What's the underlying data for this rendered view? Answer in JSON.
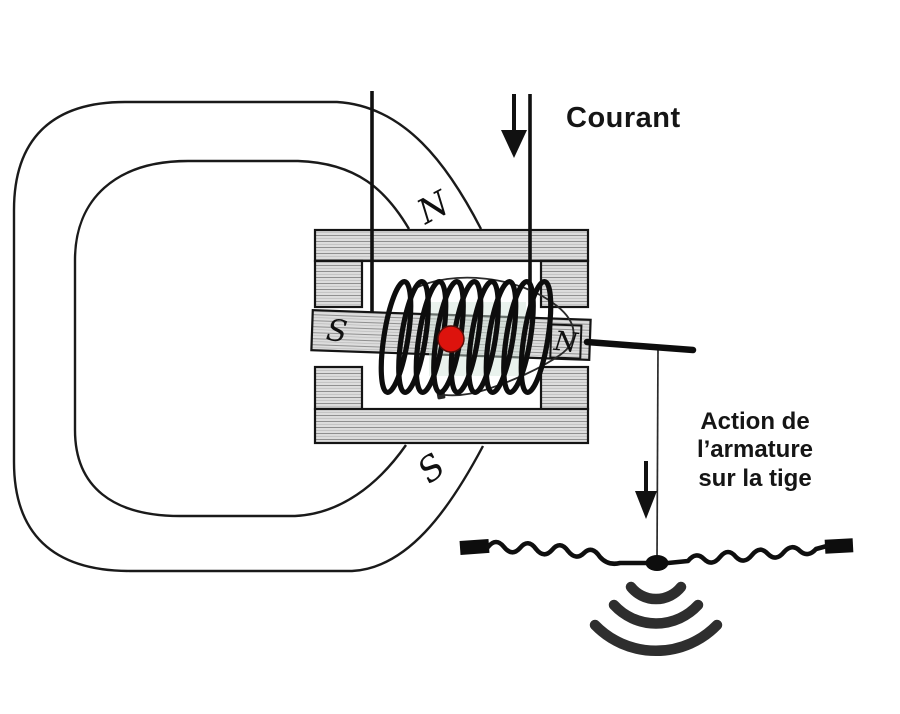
{
  "diagram": {
    "labels": {
      "courant": "Courant",
      "action_line1": "Action de",
      "action_line2": "l’armature",
      "action_line3": "sur la tige",
      "pole_top": "N",
      "pole_bottom": "S",
      "armature_left": "S",
      "armature_right": "N"
    },
    "colors": {
      "ink": "#1a1a1a",
      "hatch_fill": "#dddddd",
      "hatch_line": "#8f8f8f",
      "red_dot": "#dd130d",
      "red_dot_edge": "#5a0c07",
      "sound_wave": "#2e2e2e",
      "background": "#ffffff"
    }
  }
}
